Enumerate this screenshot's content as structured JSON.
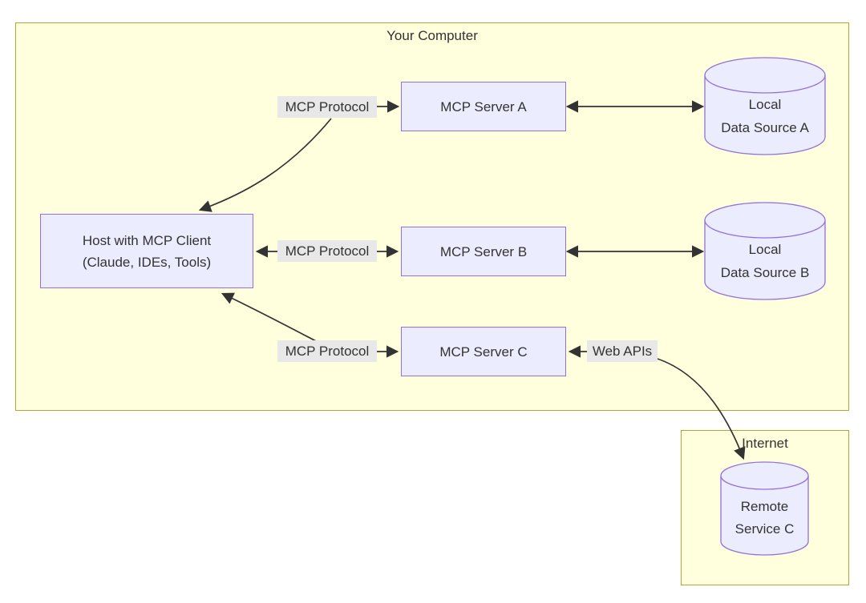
{
  "clusters": {
    "your_computer": {
      "title": "Your Computer"
    },
    "internet": {
      "title": "Internet"
    }
  },
  "nodes": {
    "host": {
      "line1": "Host with MCP Client",
      "line2": "(Claude, IDEs, Tools)"
    },
    "server_a": {
      "label": "MCP Server A"
    },
    "server_b": {
      "label": "MCP Server B"
    },
    "server_c": {
      "label": "MCP Server C"
    },
    "ds_a": {
      "line1": "Local",
      "line2": "Data Source A"
    },
    "ds_b": {
      "line1": "Local",
      "line2": "Data Source B"
    },
    "remote_c": {
      "line1": "Remote",
      "line2": "Service C"
    }
  },
  "edge_labels": {
    "protocol_a": "MCP Protocol",
    "protocol_b": "MCP Protocol",
    "protocol_c": "MCP Protocol",
    "web_apis": "Web APIs"
  },
  "colors": {
    "cluster_fill": "#ffffde",
    "cluster_border": "#aaaa33",
    "node_fill": "#ECECFF",
    "node_border": "#9370DB",
    "edge": "#333333",
    "edge_label_bg": "#e8e8e8",
    "text": "#333333",
    "canvas_bg": "#ffffff"
  }
}
